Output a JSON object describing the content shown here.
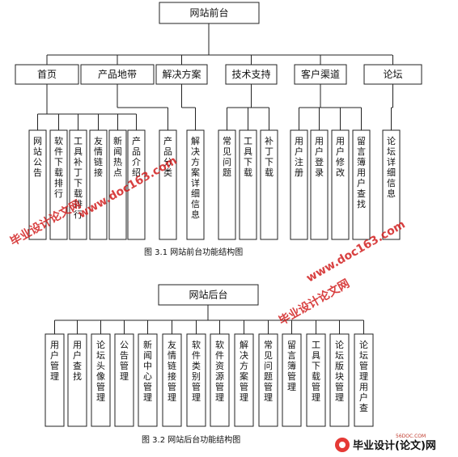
{
  "diagram1": {
    "root": "网站前台",
    "caption": "图 3.1 网站前台功能结构图",
    "groups": [
      {
        "label": "首页",
        "children": [
          "网站公告",
          "软件下载排行",
          "工具补丁下载排行",
          "友情链接",
          "新闻热点",
          "产品介绍"
        ]
      },
      {
        "label": "产品地带",
        "children": [
          "产品分类"
        ]
      },
      {
        "label": "解决方案",
        "children": [
          "解决方案详细信息"
        ]
      },
      {
        "label": "技术支持",
        "children": [
          "常见问题",
          "工具下载",
          "补丁下载"
        ]
      },
      {
        "label": "客户渠道",
        "children": [
          "用户注册",
          "用户登录",
          "用户修改",
          "留言簿用户查找"
        ]
      },
      {
        "label": "论坛",
        "children": [
          "论坛详细信息"
        ]
      }
    ]
  },
  "diagram2": {
    "root": "网站后台",
    "caption": "图 3.2 网站后台功能结构图",
    "children": [
      "用户管理",
      "用户查找",
      "论坛头像管理",
      "公告管理",
      "新闻中心管理",
      "友情链接管理",
      "软件类别管理",
      "软件资源管理",
      "解决方案管理",
      "常见问题管理",
      "留言簿管理",
      "工具下载管理",
      "论坛版块管理",
      "论坛管理用户查"
    ]
  },
  "watermarks": [
    "毕业设计论文网",
    "www.doc163.com"
  ],
  "footer_logo": {
    "small": "56DOC.COM",
    "big": "毕业设计(论文)网"
  }
}
